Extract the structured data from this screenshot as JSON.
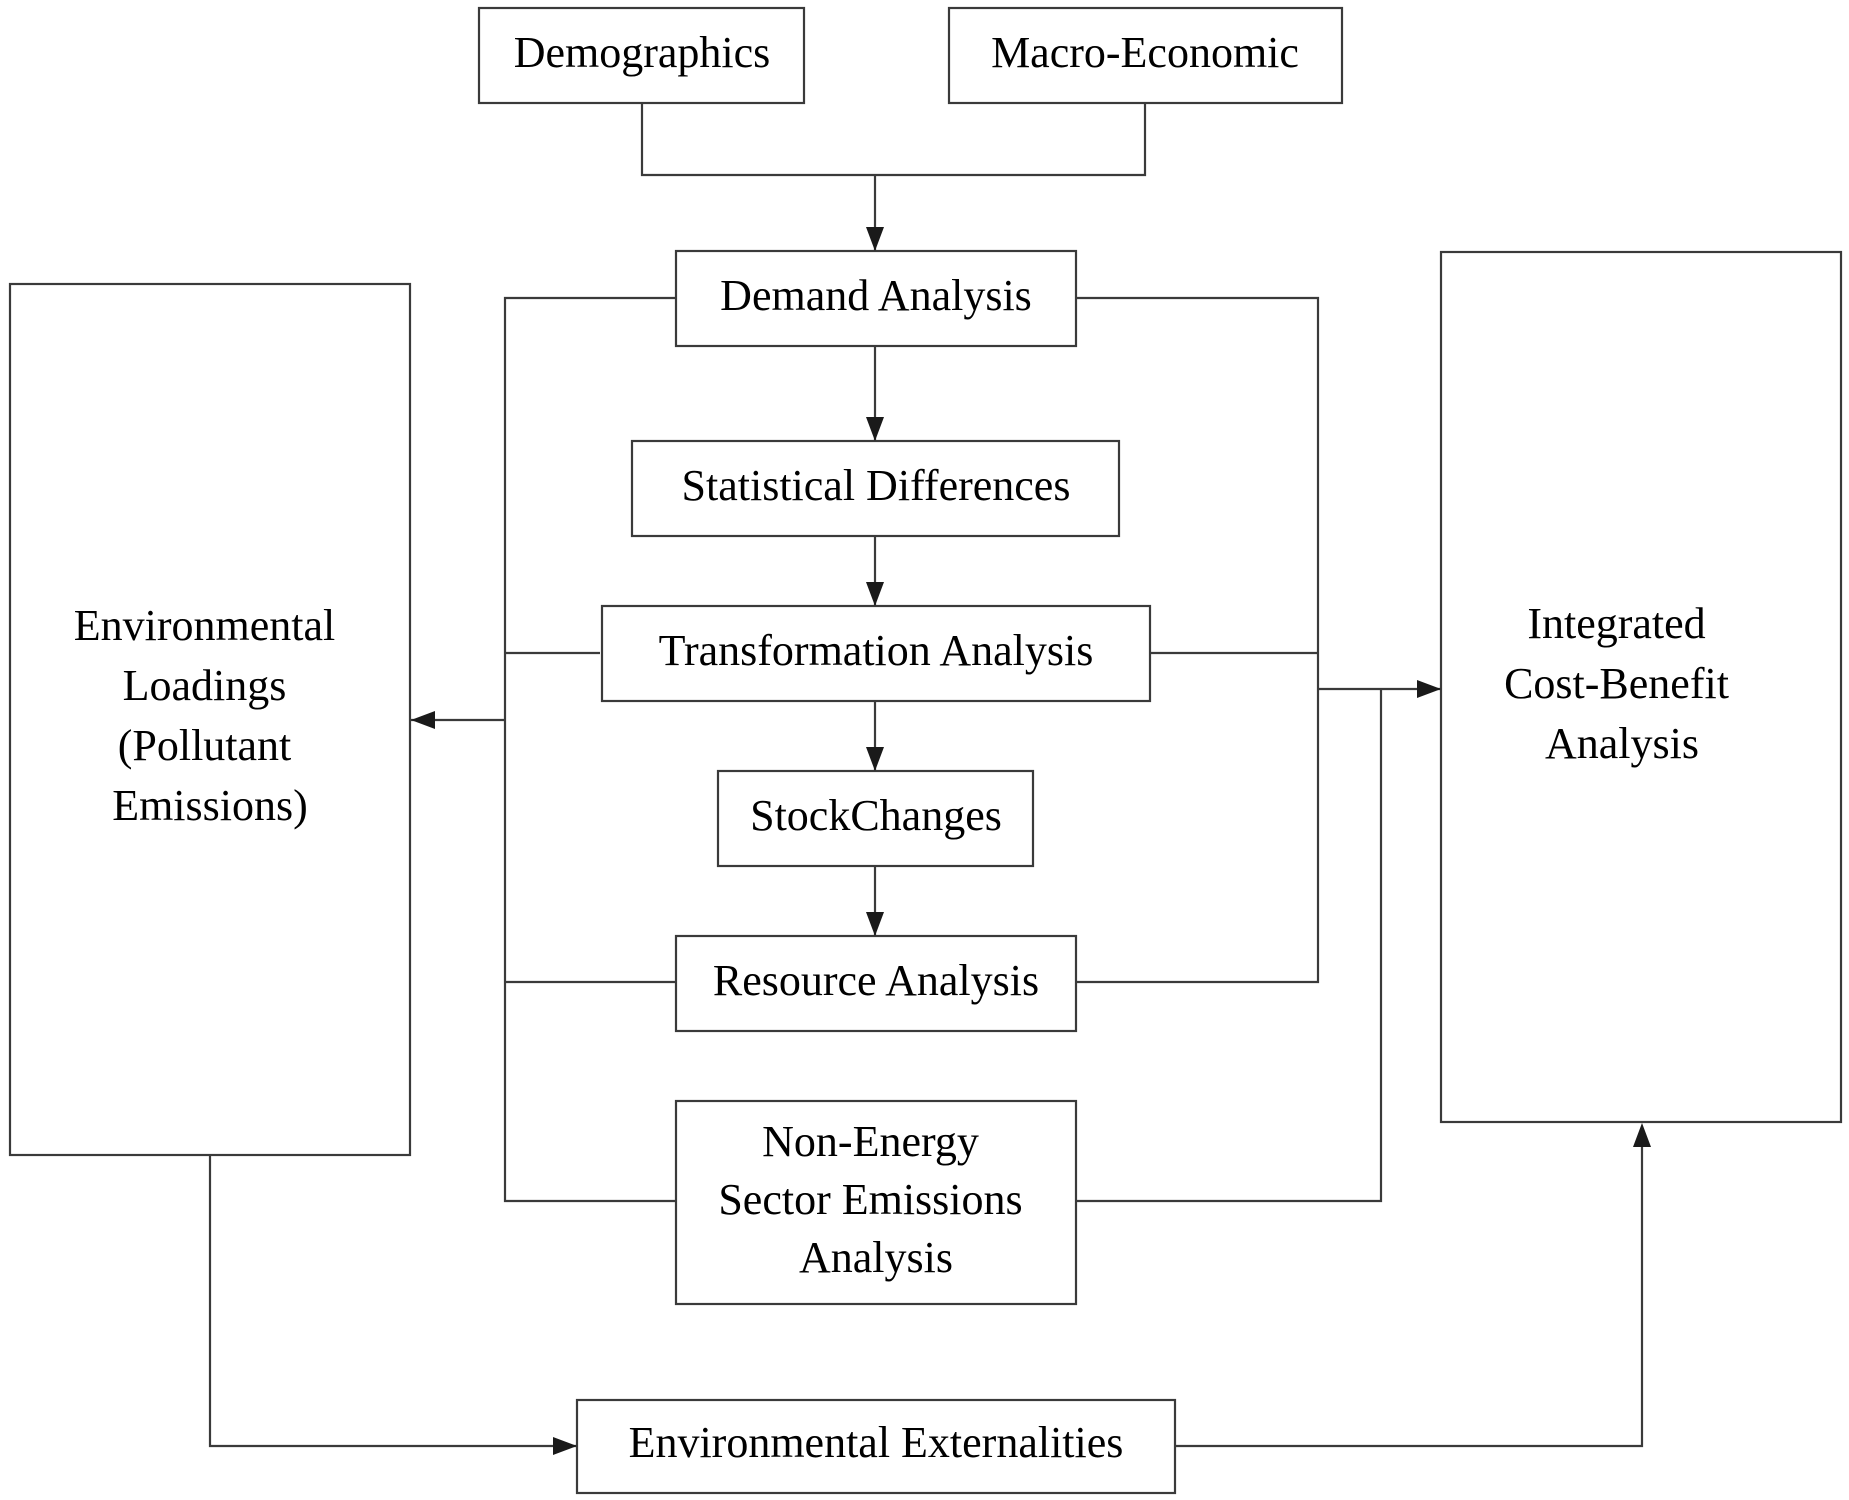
{
  "nodes": {
    "demographics": {
      "lines": [
        "Demographics"
      ]
    },
    "macro_economic": {
      "lines": [
        "Macro-Economic"
      ]
    },
    "demand_analysis": {
      "lines": [
        "Demand Analysis"
      ]
    },
    "statistical_differences": {
      "lines": [
        "Statistical Differences"
      ]
    },
    "transformation_analysis": {
      "lines": [
        "Transformation Analysis"
      ]
    },
    "stock_changes": {
      "lines": [
        "StockChanges"
      ]
    },
    "resource_analysis": {
      "lines": [
        "Resource Analysis"
      ]
    },
    "non_energy": {
      "lines": [
        "Non-Energy",
        "Sector Emissions",
        "Analysis"
      ]
    },
    "environmental_loadings": {
      "lines": [
        "Environmental",
        "Loadings",
        "(Pollutant",
        "Emissions)"
      ]
    },
    "integrated_cba": {
      "lines": [
        "Integrated",
        "Cost-Benefit",
        "Analysis"
      ]
    },
    "environmental_externalities": {
      "lines": [
        "Environmental Externalities"
      ]
    }
  },
  "connections": [
    {
      "from": "demographics",
      "to": "demand_analysis"
    },
    {
      "from": "macro_economic",
      "to": "demand_analysis"
    },
    {
      "from": "demand_analysis",
      "to": "statistical_differences"
    },
    {
      "from": "statistical_differences",
      "to": "transformation_analysis"
    },
    {
      "from": "transformation_analysis",
      "to": "stock_changes"
    },
    {
      "from": "stock_changes",
      "to": "resource_analysis"
    },
    {
      "from": "demand_analysis",
      "to": "environmental_loadings"
    },
    {
      "from": "transformation_analysis",
      "to": "environmental_loadings"
    },
    {
      "from": "resource_analysis",
      "to": "environmental_loadings"
    },
    {
      "from": "non_energy",
      "to": "environmental_loadings"
    },
    {
      "from": "demand_analysis",
      "to": "integrated_cba"
    },
    {
      "from": "transformation_analysis",
      "to": "integrated_cba"
    },
    {
      "from": "resource_analysis",
      "to": "integrated_cba"
    },
    {
      "from": "non_energy",
      "to": "integrated_cba"
    },
    {
      "from": "environmental_loadings",
      "to": "environmental_externalities"
    },
    {
      "from": "environmental_externalities",
      "to": "integrated_cba"
    }
  ]
}
